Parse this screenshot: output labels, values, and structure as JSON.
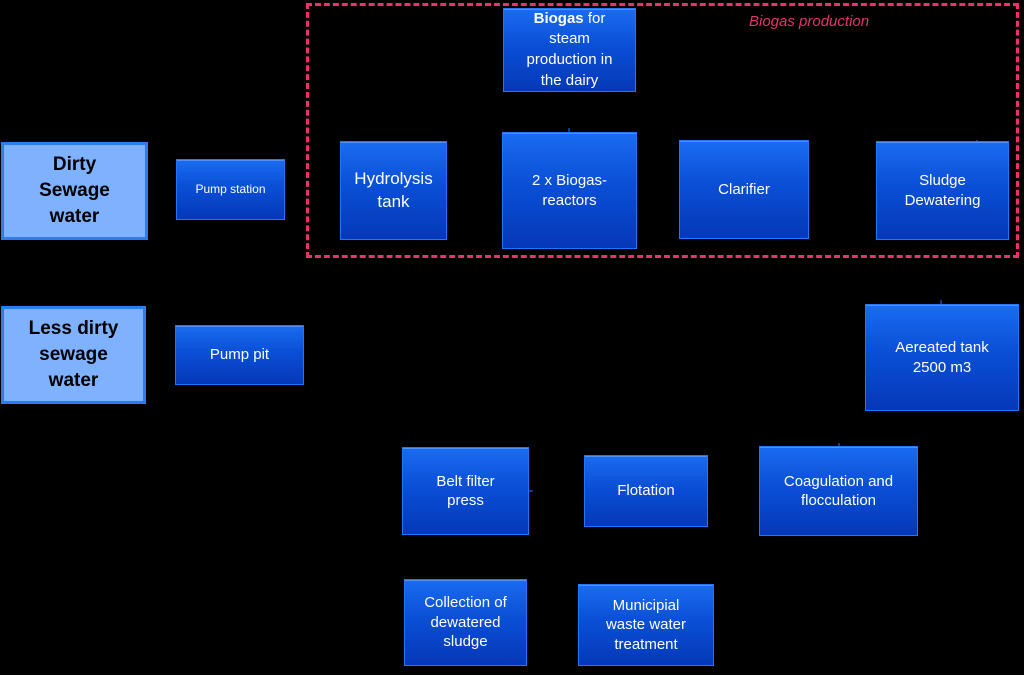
{
  "region": {
    "label": "Biogas production",
    "color": "#e8316e"
  },
  "sources": {
    "dirty": {
      "label": "Dirty Sewage water"
    },
    "less_dirty": {
      "label": "Less dirty sewage water"
    }
  },
  "nodes": {
    "biogas_output": {
      "bold": "Biogas",
      "rest": " for steam production in the dairy"
    },
    "pump_station": "Pump station",
    "hydrolysis_tank": "Hydrolysis tank",
    "biogas_reactors": "2 x Biogas-reactors",
    "clarifier": "Clarifier",
    "sludge_dewatering": "Sludge Dewatering",
    "pump_pit": "Pump pit",
    "aerated_tank": "Aereated tank 2500 m3",
    "belt_filter_press": "Belt filter press",
    "flotation": "Flotation",
    "coagulation": "Coagulation and flocculation",
    "sludge_collection": "Collection of dewatered sludge",
    "municipal_treatment": "Municipial waste water treatment"
  },
  "colors": {
    "node_blue": "#0a4fd6",
    "source_fill": "#7eb1ff",
    "source_border": "#2d7cf2"
  }
}
